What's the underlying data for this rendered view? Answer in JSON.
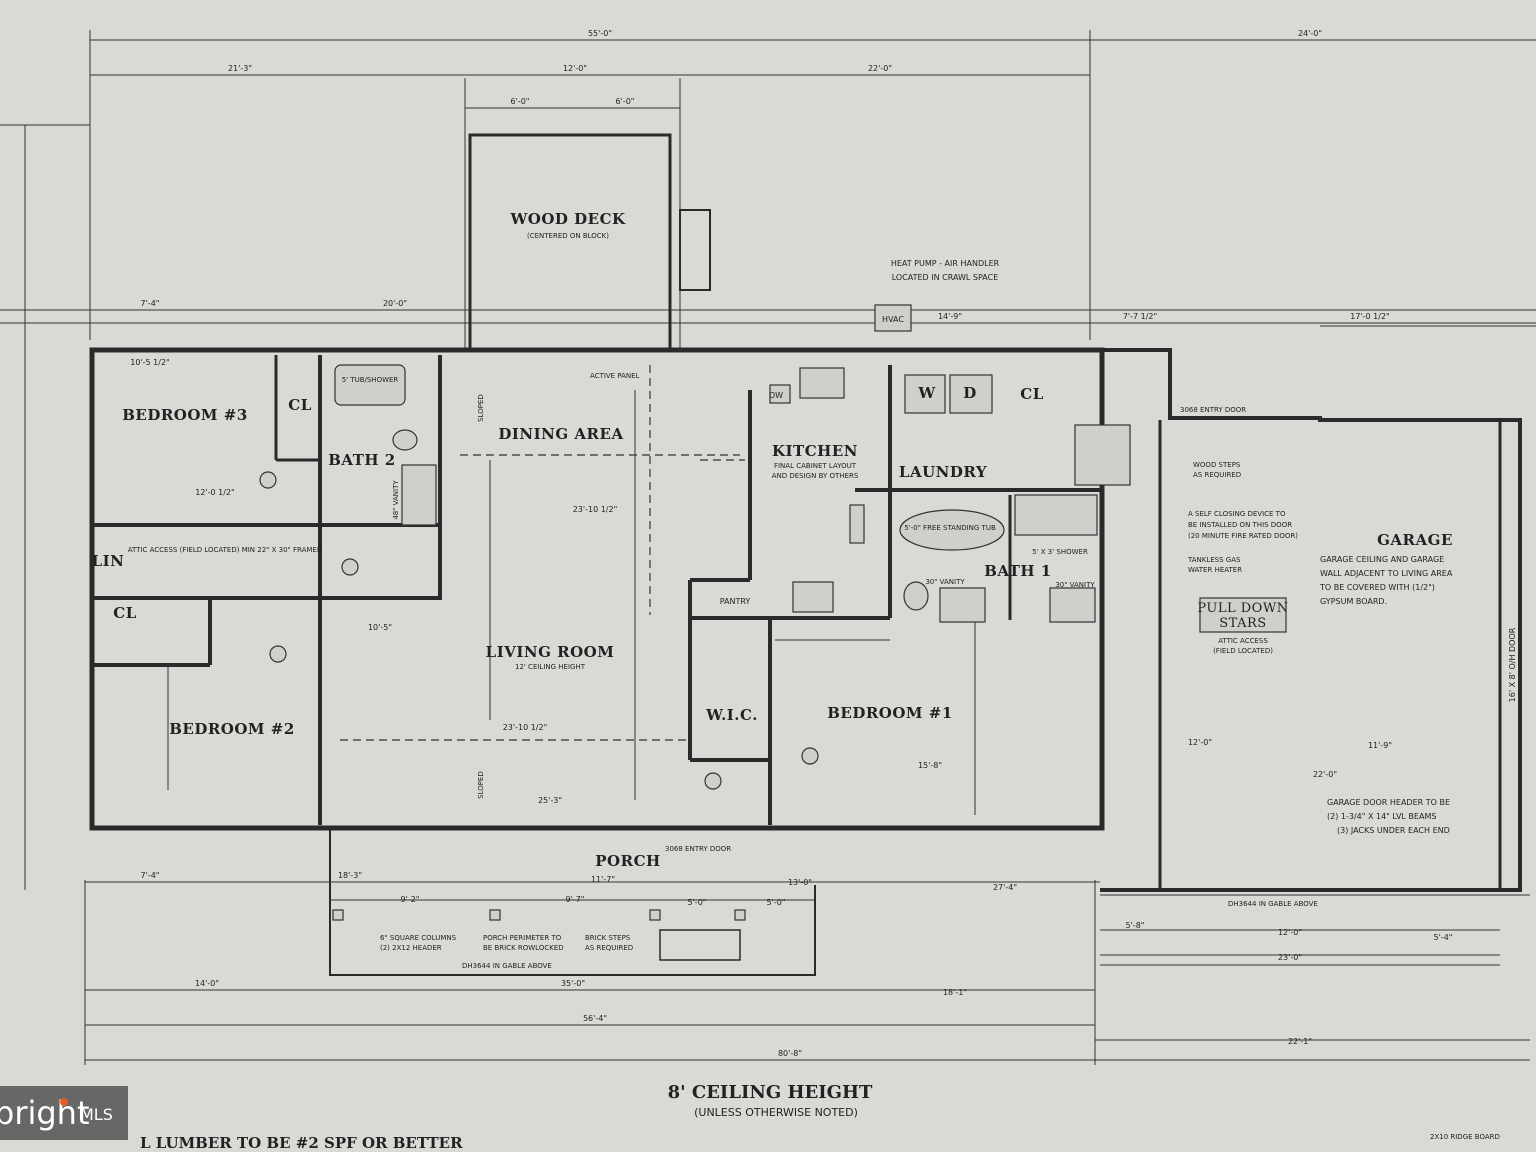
{
  "rooms": {
    "wood_deck": "WOOD DECK",
    "wood_deck_note": "(CENTERED ON BLOCK)",
    "bedroom3": "BEDROOM #3",
    "bedroom2": "BEDROOM #2",
    "bedroom1": "BEDROOM #1",
    "bath2": "BATH 2",
    "bath1": "BATH 1",
    "dining": "DINING AREA",
    "kitchen": "KITCHEN",
    "kitchen_note1": "FINAL CABINET LAYOUT",
    "kitchen_note2": "AND DESIGN BY OTHERS",
    "laundry": "LAUNDRY",
    "living": "LIVING ROOM",
    "living_note": "12' CEILING HEIGHT",
    "garage": "GARAGE",
    "porch": "PORCH",
    "pantry": "PANTRY",
    "wic": "W.I.C.",
    "lin": "LIN",
    "cl": "CL"
  },
  "labels": {
    "hvac": "HVAC",
    "heat_pump1": "HEAT PUMP - AIR HANDLER",
    "heat_pump2": "LOCATED IN CRAWL SPACE",
    "tub_shower": "5' TUB/SHOWER",
    "dw": "DW",
    "w": "W",
    "d": "D",
    "sloped1": "SLOPED",
    "sloped2": "SLOPED",
    "active_panel": "ACTIVE PANEL",
    "free_tub": "5'-0\" FREE STANDING TUB",
    "shower": "5' X 3' SHOWER",
    "vanity1": "30\" VANITY",
    "vanity2": "30\" VANITY",
    "vanity3": "48\" VANITY",
    "attic_access": "ATTIC ACCESS (FIELD LOCATED) MIN 22\" X 30\" FRAMED",
    "pull_down1": "PULL DOWN",
    "pull_down2": "STARS",
    "attic_access2": "ATTIC ACCESS",
    "field_located": "(FIELD LOCATED)",
    "garage_note1": "GARAGE CEILING AND GARAGE",
    "garage_note2": "WALL ADJACENT TO LIVING AREA",
    "garage_note3": "TO BE COVERED WITH (1/2\")",
    "garage_note4": "GYPSUM BOARD.",
    "self_closing1": "A SELF CLOSING DEVICE TO",
    "self_closing2": "BE INSTALLED ON THIS DOOR",
    "self_closing3": "(20 MINUTE FIRE RATED DOOR)",
    "tankless1": "TANKLESS GAS",
    "tankless2": "WATER HEATER",
    "wood_steps1": "WOOD STEPS",
    "wood_steps2": "AS REQUIRED",
    "entry_door1": "3068 ENTRY DOOR",
    "entry_door2": "3068 ENTRY DOOR",
    "garage_header1": "GARAGE DOOR HEADER TO BE",
    "garage_header2": "(2) 1-3/4\" X 14\" LVL BEAMS",
    "garage_header3": "(3) JACKS UNDER EACH END",
    "garage_door": "16' X 8' O/H DOOR",
    "square_column1": "6\" SQUARE COLUMNS",
    "square_column2": "(2) 2X12 HEADER",
    "porch_perimeter1": "PORCH PERIMETER TO",
    "porch_perimeter2": "BE BRICK ROWLOCKED",
    "brick_steps1": "BRICK STEPS",
    "brick_steps2": "AS REQUIRED",
    "gable1": "DH3644 IN GABLE ABOVE",
    "gable2": "DH3644 IN GABLE ABOVE",
    "ceiling_height": "8' CEILING HEIGHT",
    "unless_noted": "(UNLESS OTHERWISE NOTED)",
    "lumber_note": "L LUMBER TO BE #2 SPF OR BETTER",
    "hinge_note": "2X10 RIDGE BOARD"
  },
  "dimensions": {
    "top_total": "55'-0\"",
    "top_garage": "24'-0\"",
    "d1": "21'-3\"",
    "d2": "12'-0\"",
    "d3": "22'-0\"",
    "d4": "6'-0\"",
    "d5": "6'-0\"",
    "d6": "7'-4\"",
    "d7": "20'-0\"",
    "d8": "14'-9\"",
    "d9": "7'-7 1/2\"",
    "d10": "17'-0 1/2\"",
    "d11": "10'-5 1/2\"",
    "d12": "12'-0 1/2\"",
    "d13": "10'-5\"",
    "d14": "23'-10 1/2\"",
    "d15": "25'-3\"",
    "d16": "15'-8\"",
    "d17": "12'-0\"",
    "d18": "11'-9\"",
    "d19": "22'-0\"",
    "b1": "7'-4\"",
    "b2": "18'-3\"",
    "b3": "11'-7\"",
    "b4": "13'-0\"",
    "b5": "27'-4\"",
    "b6": "9'-2\"",
    "b7": "9'-7\"",
    "b8": "5'-0\"",
    "b9": "5'-0\"",
    "b10": "14'-0\"",
    "b11": "35'-0\"",
    "b12": "18'-1\"",
    "b13": "56'-4\"",
    "b14": "80'-8\"",
    "b15": "22'-1\"",
    "b16": "5'-8\"",
    "b17": "12'-0\"",
    "b18": "23'-0\"",
    "b19": "5'-4\""
  },
  "watermark": {
    "brand": "bright",
    "mls": "MLS"
  }
}
